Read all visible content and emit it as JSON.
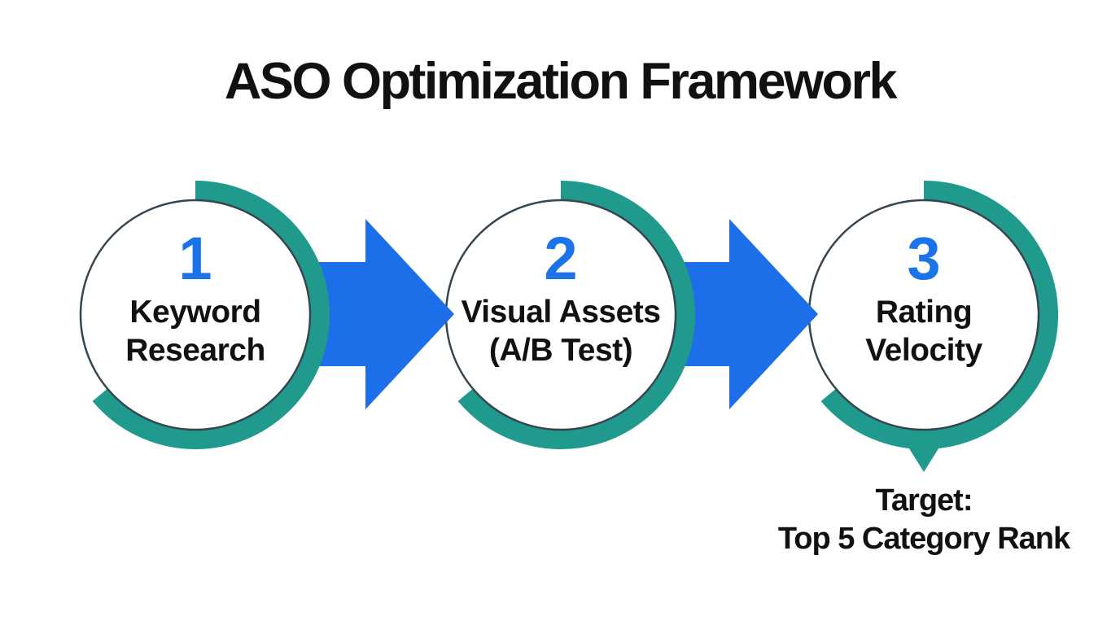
{
  "title": "ASO Optimization Framework",
  "colors": {
    "background": "#ffffff",
    "text_black": "#111111",
    "accent_blue": "#1a73e8",
    "arrow_blue": "#1c6fe8",
    "teal": "#209a8c",
    "circle_outline": "#36454f"
  },
  "steps": [
    {
      "number": "1",
      "label_lines": [
        "Keyword",
        "Research"
      ]
    },
    {
      "number": "2",
      "label_lines": [
        "Visual Assets",
        "(A/B Test)"
      ]
    },
    {
      "number": "3",
      "label_lines": [
        "Rating",
        "Velocity"
      ]
    }
  ],
  "annotation": {
    "lines": [
      "Target:",
      "Top 5 Category Rank"
    ]
  }
}
